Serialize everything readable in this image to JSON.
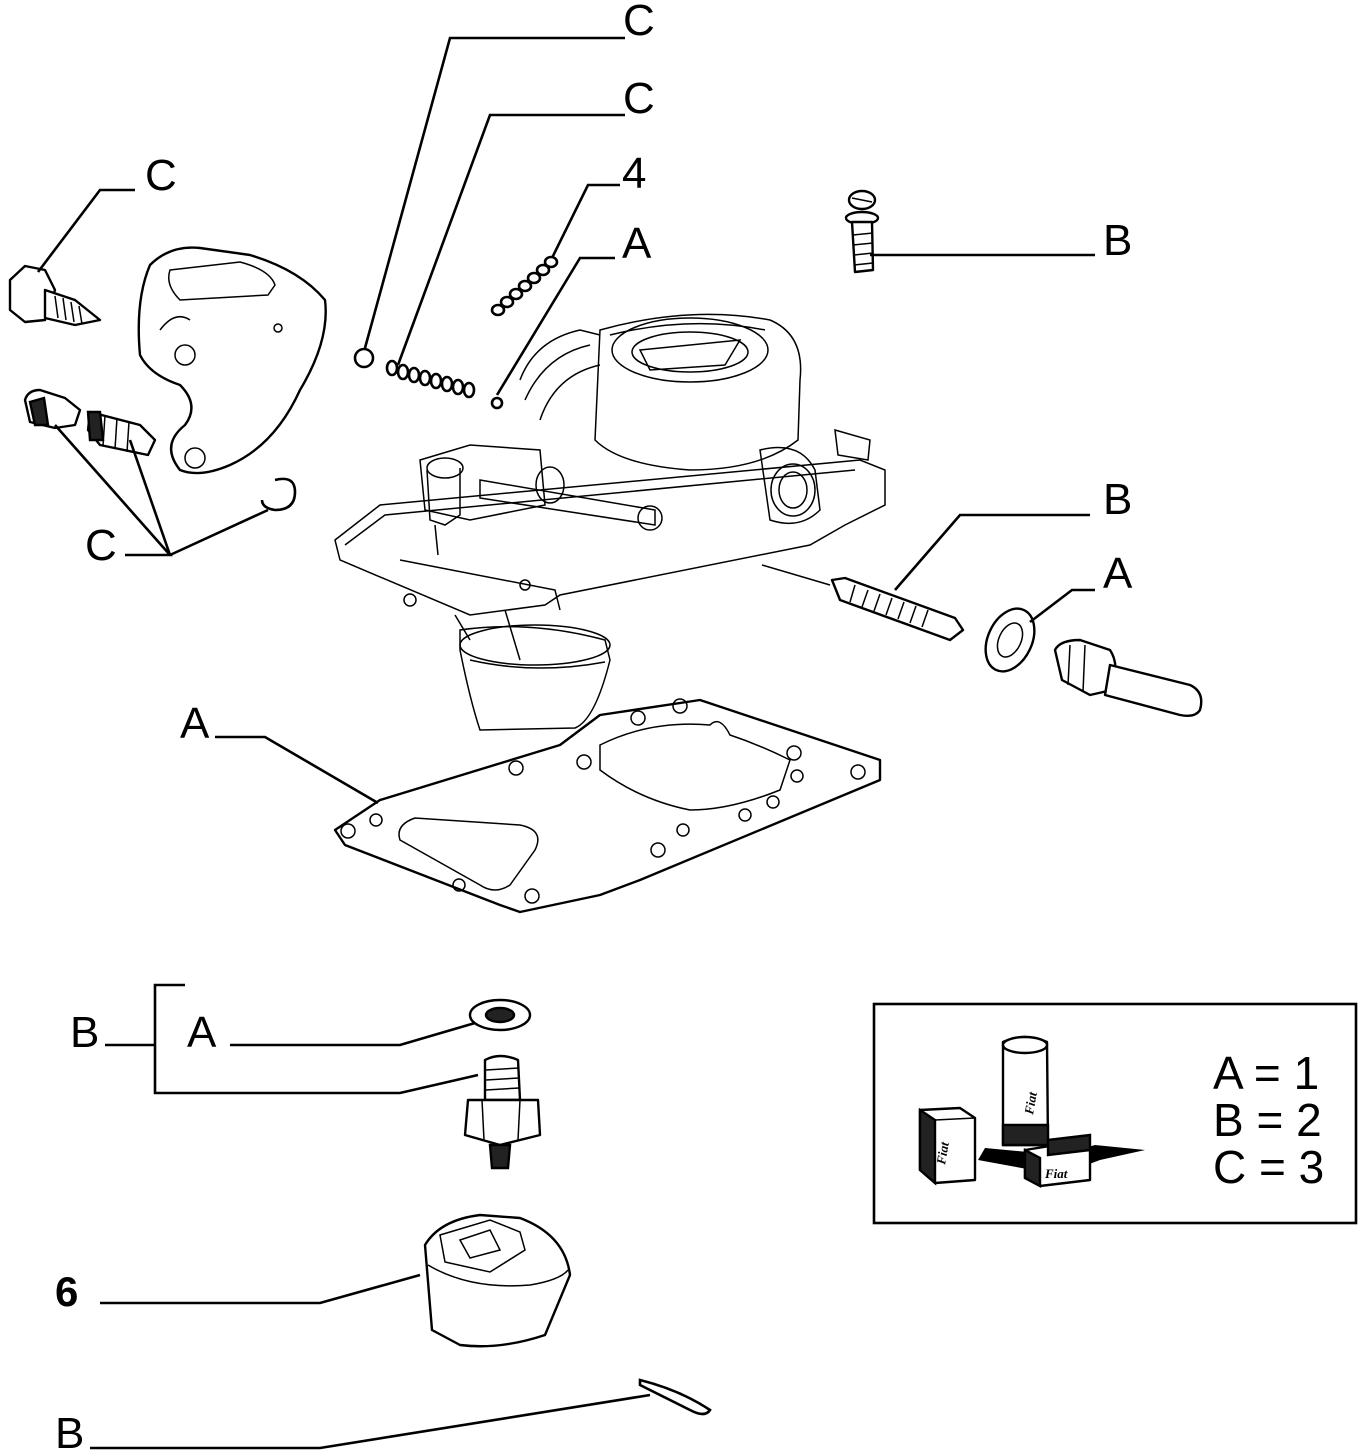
{
  "callouts": [
    {
      "id": "c-top-1",
      "text": "C"
    },
    {
      "id": "c-top-2",
      "text": "C"
    },
    {
      "id": "c-left-top",
      "text": "C"
    },
    {
      "id": "four",
      "text": "4"
    },
    {
      "id": "a-top",
      "text": "A"
    },
    {
      "id": "b-top-right",
      "text": "B"
    },
    {
      "id": "b-mid-right",
      "text": "B"
    },
    {
      "id": "a-mid-right",
      "text": "A"
    },
    {
      "id": "c-left-mid",
      "text": "C"
    },
    {
      "id": "a-gasket",
      "text": "A"
    },
    {
      "id": "b-bracket",
      "text": "B"
    },
    {
      "id": "a-bracket",
      "text": "A"
    },
    {
      "id": "six",
      "text": "6"
    },
    {
      "id": "b-bottom",
      "text": "B"
    }
  ],
  "legend": {
    "rows": [
      "A = 1",
      "B = 2",
      "C = 3"
    ],
    "brand_label": "Fiat"
  },
  "icons": {
    "carburetor": "carburetor-body",
    "gasket": "gasket-plate",
    "bracket": "bracket-plate",
    "float_bowl": "float-bowl-cover",
    "sensor": "temperature-sender",
    "kit_boxes": "parts-kit-boxes"
  }
}
